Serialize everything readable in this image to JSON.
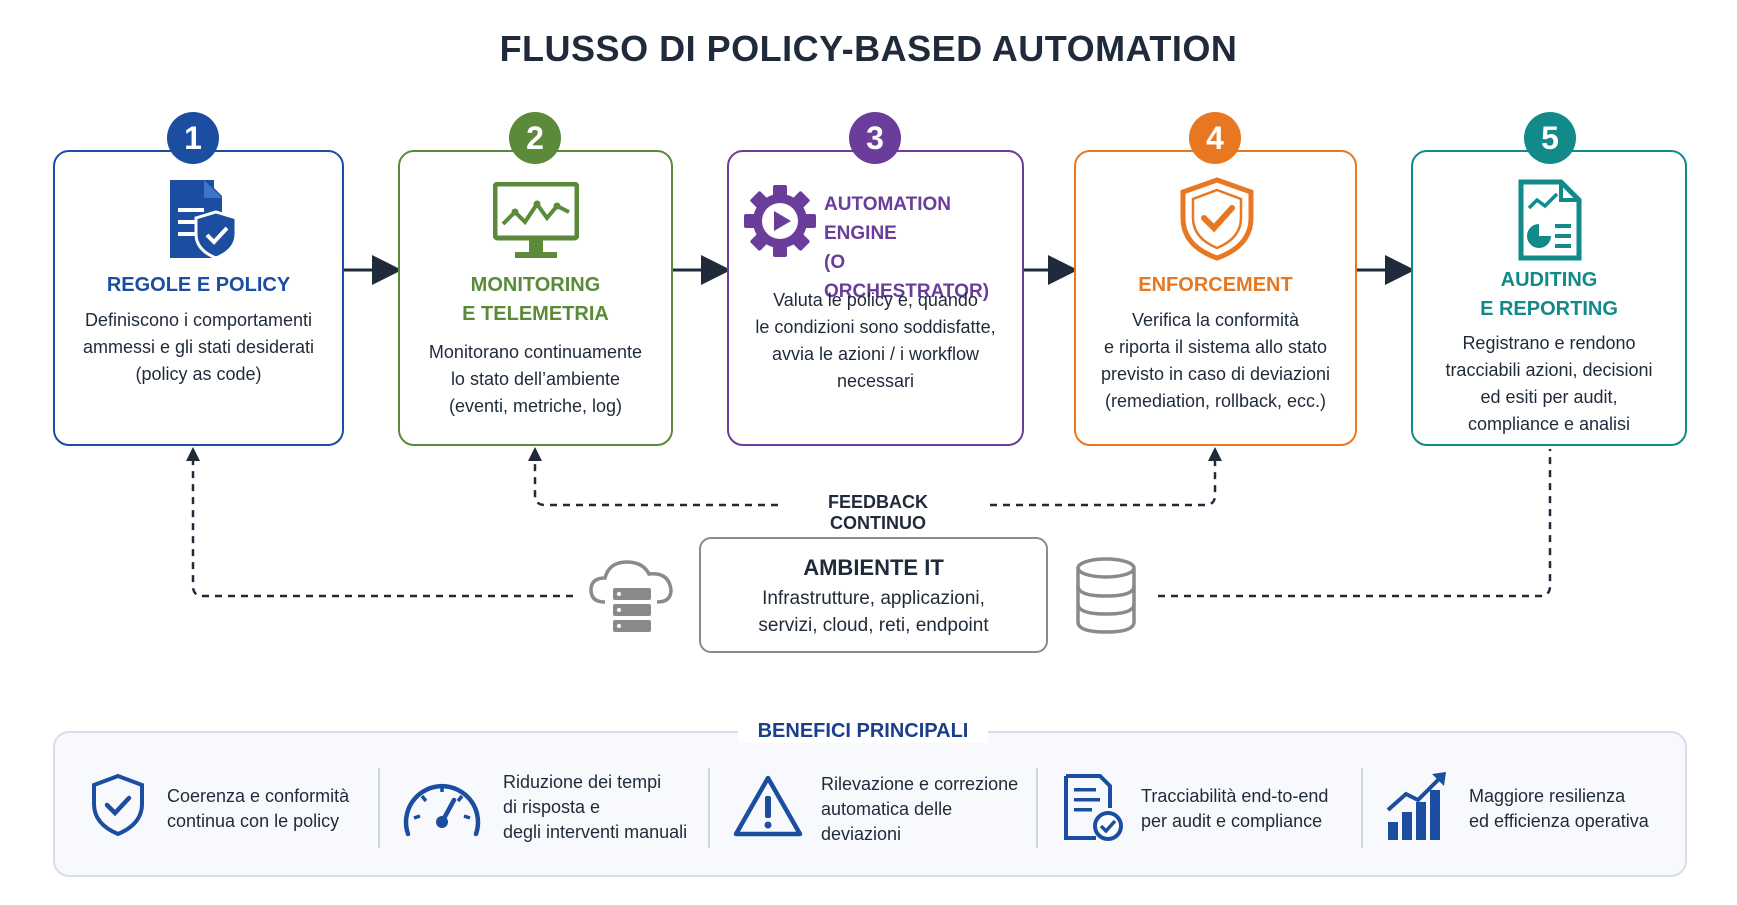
{
  "title": "FLUSSO DI POLICY-BASED AUTOMATION",
  "colors": {
    "blue": "#1b4ea0",
    "green": "#5a8a3a",
    "purple": "#6a3d9a",
    "orange": "#e87722",
    "teal": "#138a8a",
    "dark": "#1f2a3a",
    "gray": "#8a8a8a"
  },
  "steps": [
    {
      "number": "1",
      "icon": "document-shield-icon",
      "title_lines": [
        "REGOLE E POLICY"
      ],
      "desc_lines": [
        "Definiscono i comportamenti",
        "ammessi e gli stati desiderati",
        "(policy as code)"
      ]
    },
    {
      "number": "2",
      "icon": "monitor-chart-icon",
      "title_lines": [
        "MONITORING",
        "E TELEMETRIA"
      ],
      "desc_lines": [
        "Monitorano continuamente",
        "lo stato dell’ambiente",
        "(eventi, metriche, log)"
      ]
    },
    {
      "number": "3",
      "icon": "gear-play-icon",
      "title_lines": [
        "AUTOMATION ENGINE",
        "(O ORCHESTRATOR)"
      ],
      "desc_lines": [
        "Valuta le policy e, quando",
        "le condizioni sono soddisfatte,",
        "avvia le azioni / i workflow",
        "necessari"
      ]
    },
    {
      "number": "4",
      "icon": "shield-check-icon",
      "title_lines": [
        "ENFORCEMENT"
      ],
      "desc_lines": [
        "Verifica la conformità",
        "e riporta il sistema allo stato",
        "previsto in caso di deviazioni",
        "(remediation, rollback, ecc.)"
      ]
    },
    {
      "number": "5",
      "icon": "report-chart-icon",
      "title_lines": [
        "AUDITING",
        "E REPORTING"
      ],
      "desc_lines": [
        "Registrano e rendono",
        "tracciabili azioni, decisioni",
        "ed esiti per audit,",
        "compliance e analisi"
      ]
    }
  ],
  "feedback_label": "FEEDBACK CONTINUO",
  "environment": {
    "title": "AMBIENTE IT",
    "desc_lines": [
      "Infrastrutture, applicazioni,",
      "servizi, cloud, reti, endpoint"
    ],
    "left_icon": "cloud-server-icon",
    "right_icon": "database-icon"
  },
  "benefits": {
    "title": "BENEFICI PRINCIPALI",
    "items": [
      {
        "icon": "shield-check-icon",
        "lines": [
          "Coerenza e conformità",
          "continua con le policy"
        ]
      },
      {
        "icon": "speedometer-icon",
        "lines": [
          "Riduzione dei tempi",
          "di risposta e",
          "degli interventi manuali"
        ]
      },
      {
        "icon": "warning-icon",
        "lines": [
          "Rilevazione e correzione",
          "automatica delle",
          "deviazioni"
        ]
      },
      {
        "icon": "document-check-icon",
        "lines": [
          "Tracciabilità end-to-end",
          "per audit e compliance"
        ]
      },
      {
        "icon": "growth-chart-icon",
        "lines": [
          "Maggiore resilienza",
          "ed efficienza operativa"
        ]
      }
    ]
  }
}
